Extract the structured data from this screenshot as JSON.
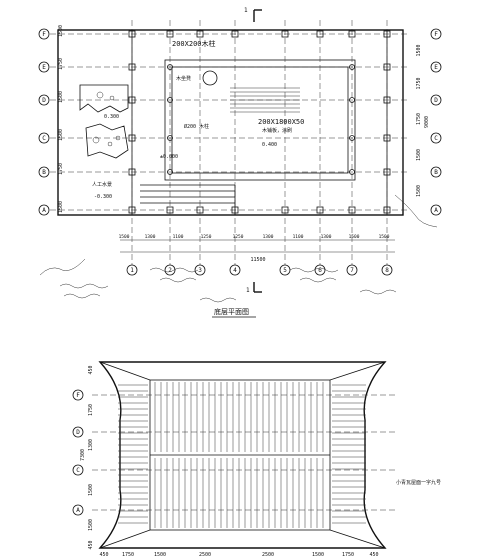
{
  "plan": {
    "axis_rows_left": [
      "F",
      "E",
      "D",
      "C",
      "B",
      "A"
    ],
    "axis_rows_right": [
      "F",
      "E",
      "D",
      "C",
      "B",
      "A"
    ],
    "axis_cols": [
      "1",
      "2",
      "3",
      "4",
      "5",
      "6",
      "7",
      "8"
    ],
    "dims_left": [
      "1500",
      "1750",
      "1500",
      "1500",
      "1750",
      "1500"
    ],
    "dims_right": [
      "1500",
      "1750",
      "1750",
      "1500",
      "1500"
    ],
    "dims_right_total": "9000",
    "dims_bottom": [
      "1500",
      "1300",
      "1100",
      "1250",
      "1250",
      "1300",
      "1100",
      "1300",
      "1500",
      "1500"
    ],
    "dims_bottom_total": "11500",
    "section_marker_top": "1",
    "section_marker_bottom": "1",
    "notes": {
      "column": "200X200木柱",
      "beam": "200X1800X50",
      "rafter": "木坐凳",
      "railing": "Ø200 木柱",
      "deck": "木铺板，涂刷",
      "level_top": "±0.000",
      "level_mid": "0.400",
      "level_left": "0.300",
      "stone": "人工水景",
      "water_level": "-0.300"
    },
    "caption": "底层平面图"
  },
  "roof": {
    "axis_rows": [
      "F",
      "D",
      "C",
      "A"
    ],
    "dims_left": [
      "450",
      "1750",
      "1300",
      "1500",
      "1500",
      "450"
    ],
    "dims_left_total": "7300",
    "dims_bottom": [
      "450",
      "1750",
      "1500",
      "2500",
      "2500",
      "1500",
      "1750",
      "450"
    ],
    "note": "小青瓦屋面一字九号"
  }
}
